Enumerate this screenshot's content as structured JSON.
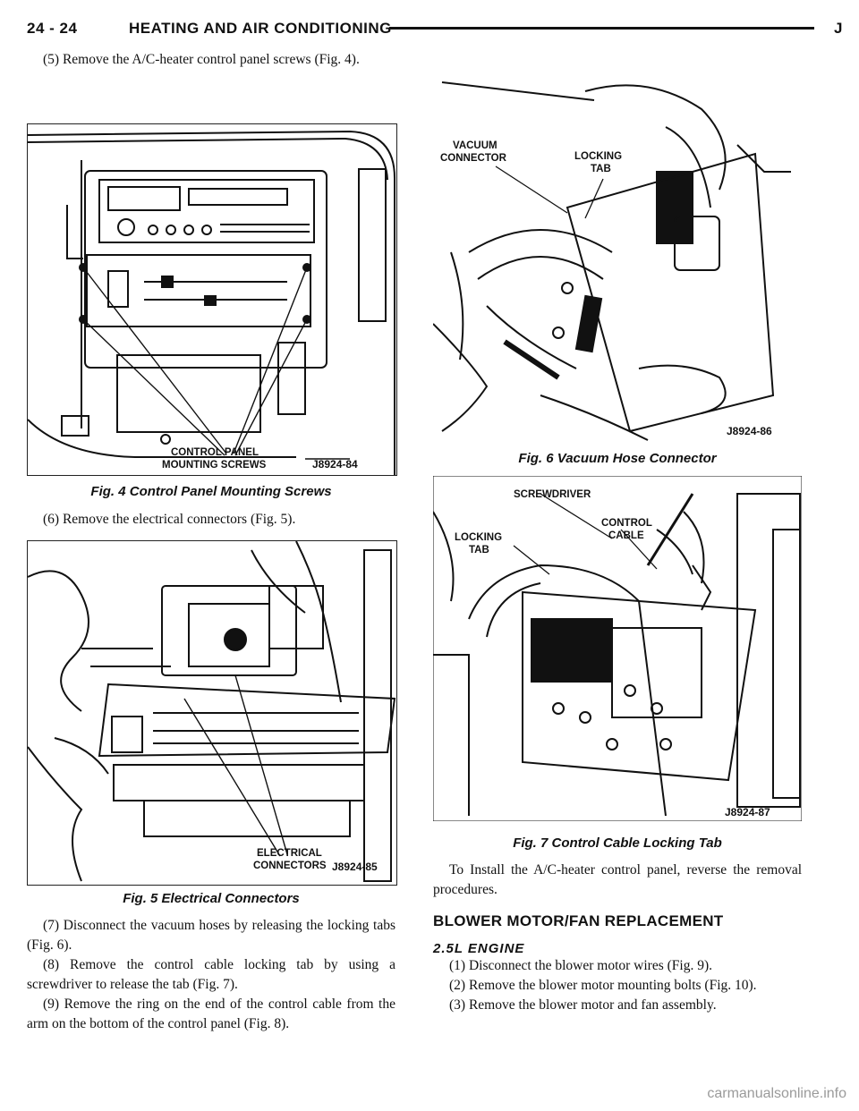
{
  "header": {
    "page_number": "24 - 24",
    "section_title": "HEATING AND AIR CONDITIONING",
    "edition_letter": "J"
  },
  "left_column": {
    "step5": "(5) Remove the A/C-heater control panel screws (Fig. 4).",
    "fig4": {
      "caption": "Fig. 4 Control Panel Mounting Screws",
      "callout_line1": "CONTROL PANEL",
      "callout_line2": "MOUNTING SCREWS",
      "figure_id": "J8924-84"
    },
    "step6": "(6) Remove the electrical connectors (Fig. 5).",
    "fig5": {
      "caption": "Fig. 5 Electrical Connectors",
      "callout_line1": "ELECTRICAL",
      "callout_line2": "CONNECTORS",
      "figure_id": "J8924-85"
    },
    "step7": "(7) Disconnect the vacuum hoses by releasing the locking tabs (Fig. 6).",
    "step8": "(8) Remove the control cable locking tab by using a screwdriver to release the tab (Fig. 7).",
    "step9": "(9) Remove the ring on the end of the control cable from the arm on the bottom of the control panel (Fig. 8)."
  },
  "right_column": {
    "fig6": {
      "caption": "Fig. 6 Vacuum Hose Connector",
      "callout_vacuum_1": "VACUUM",
      "callout_vacuum_2": "CONNECTOR",
      "callout_locking_1": "LOCKING",
      "callout_locking_2": "TAB",
      "figure_id": "J8924-86"
    },
    "fig7": {
      "caption": "Fig. 7 Control Cable Locking Tab",
      "callout_screwdriver": "SCREWDRIVER",
      "callout_control_1": "CONTROL",
      "callout_control_2": "CABLE",
      "callout_locking_1": "LOCKING",
      "callout_locking_2": "TAB",
      "figure_id": "J8924-87"
    },
    "install_text": "To Install the A/C-heater control panel, reverse the removal procedures.",
    "heading": "BLOWER MOTOR/FAN REPLACEMENT",
    "subheading": "2.5L ENGINE",
    "r_step1": "(1) Disconnect the blower motor wires (Fig. 9).",
    "r_step2": "(2) Remove the blower motor mounting bolts (Fig. 10).",
    "r_step3": "(3) Remove the blower motor and fan assembly."
  },
  "watermark": "carmanualsonline.info"
}
